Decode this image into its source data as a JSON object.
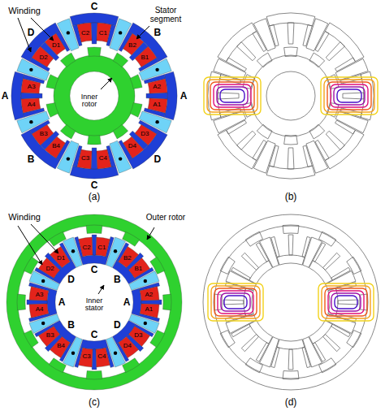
{
  "diagram": {
    "labels": [
      "Winding",
      "Stator segment",
      "Inner rotor",
      "C",
      "B",
      "A",
      "D",
      "C",
      "B",
      "A",
      "D",
      "C1",
      "C2",
      "B1",
      "B2",
      "A1",
      "A2",
      "D4",
      "D3",
      "C3",
      "C4",
      "B3",
      "B4",
      "A3",
      "A4",
      "D1",
      "D2",
      "(a)",
      "(b)",
      "Winding",
      "Outer rotor",
      "Inner stator",
      "C",
      "B",
      "A",
      "D",
      "C",
      "B",
      "A",
      "D",
      "C1",
      "C2",
      "B1",
      "B2",
      "A1",
      "A2",
      "D4",
      "D3",
      "C3",
      "C4",
      "B3",
      "B4",
      "A3",
      "A4",
      "D1",
      "D2",
      "(c)",
      "(d)"
    ]
  }
}
